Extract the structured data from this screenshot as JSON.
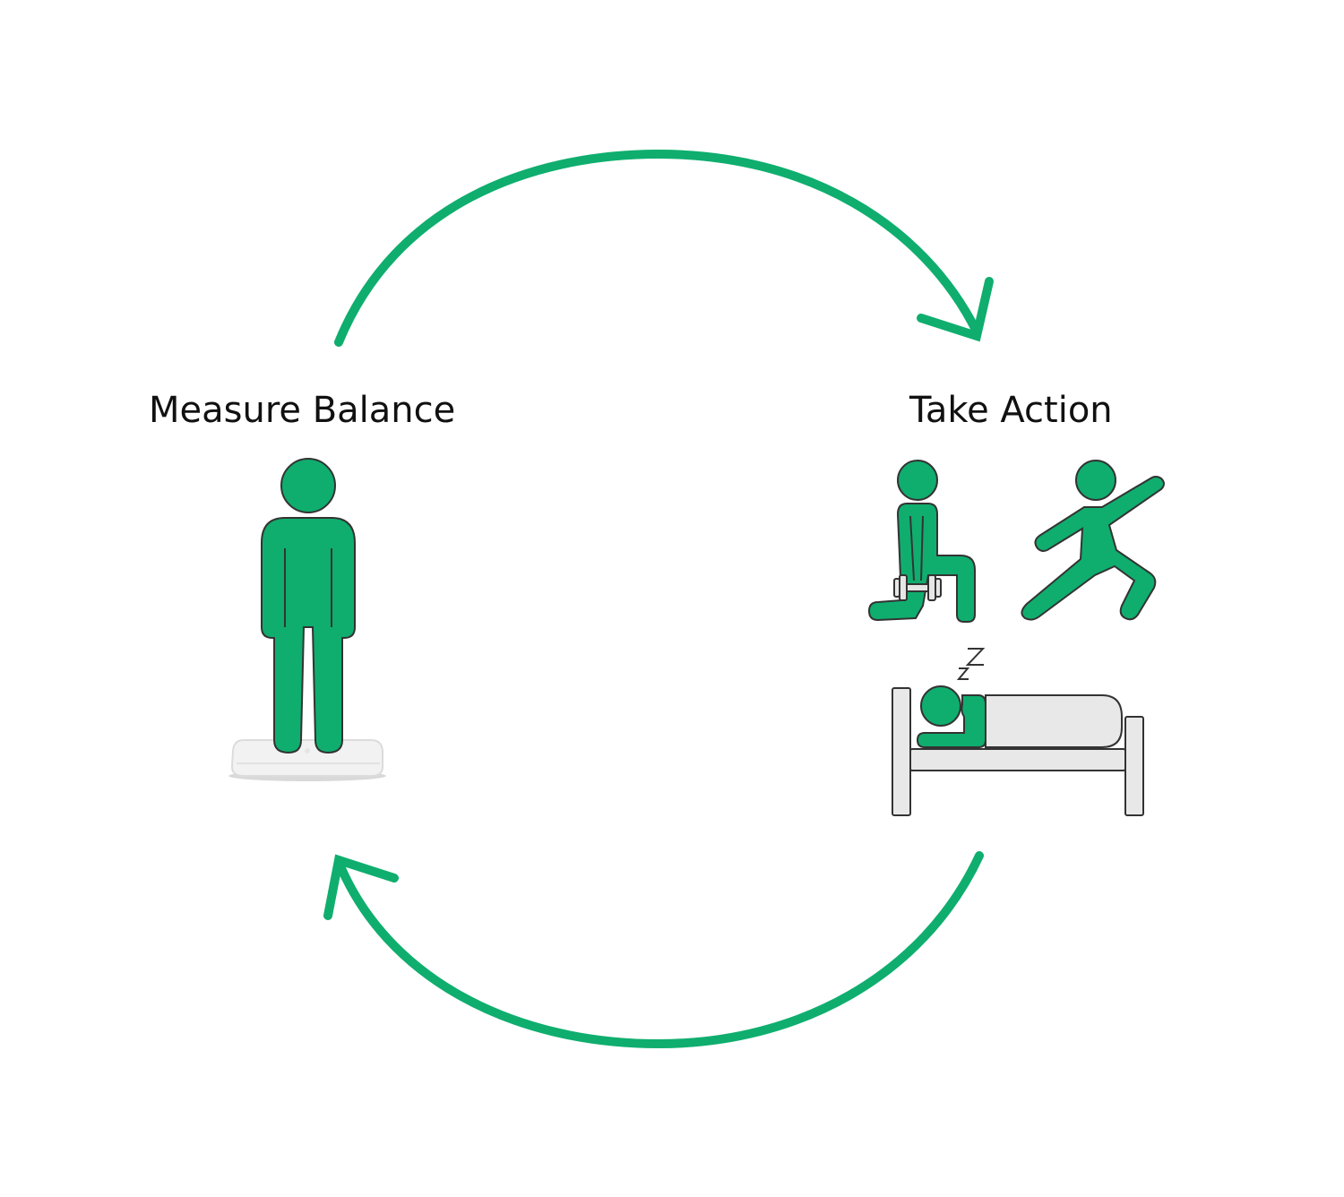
{
  "stages": {
    "measure": {
      "label": "Measure Balance",
      "icons": [
        "standing-person-icon",
        "scale-icon"
      ]
    },
    "action": {
      "label": "Take Action",
      "icons": [
        "lunge-dumbbell-icon",
        "stretch-lunge-icon",
        "sleeping-person-icon",
        "bed-icon"
      ],
      "sleep_text": "ZZ"
    }
  },
  "colors": {
    "accent": "#0fae6e",
    "figure_fill": "#0fae6e",
    "outline": "#333333",
    "bed_fill": "#e8e8e8",
    "text": "#111111"
  }
}
